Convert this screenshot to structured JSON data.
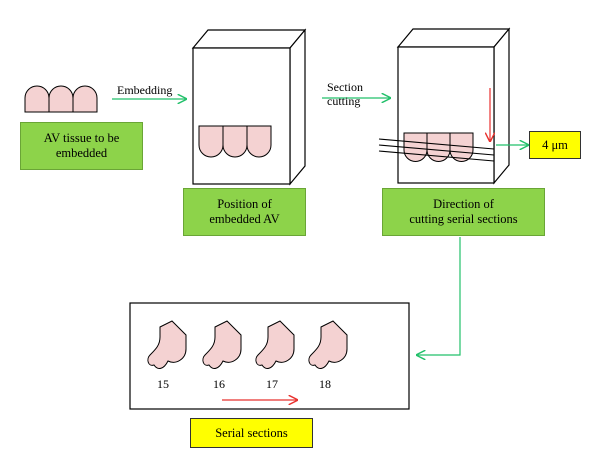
{
  "labels": {
    "embedding": "Embedding",
    "section_cutting": "Section\ncutting",
    "av_tissue": "AV tissue to be\nembedded",
    "position": "Position of\nembedded AV",
    "direction": "Direction of\ncutting serial sections",
    "thickness": "4 μm",
    "serial_sections": "Serial sections",
    "section_numbers": [
      "15",
      "16",
      "17",
      "18"
    ]
  },
  "colors": {
    "green_box": "#8dd34a",
    "yellow_box": "#ffff00",
    "tissue_fill": "#f4d2d2",
    "arrow_green": "#22c06a",
    "arrow_red": "#e8312e"
  }
}
